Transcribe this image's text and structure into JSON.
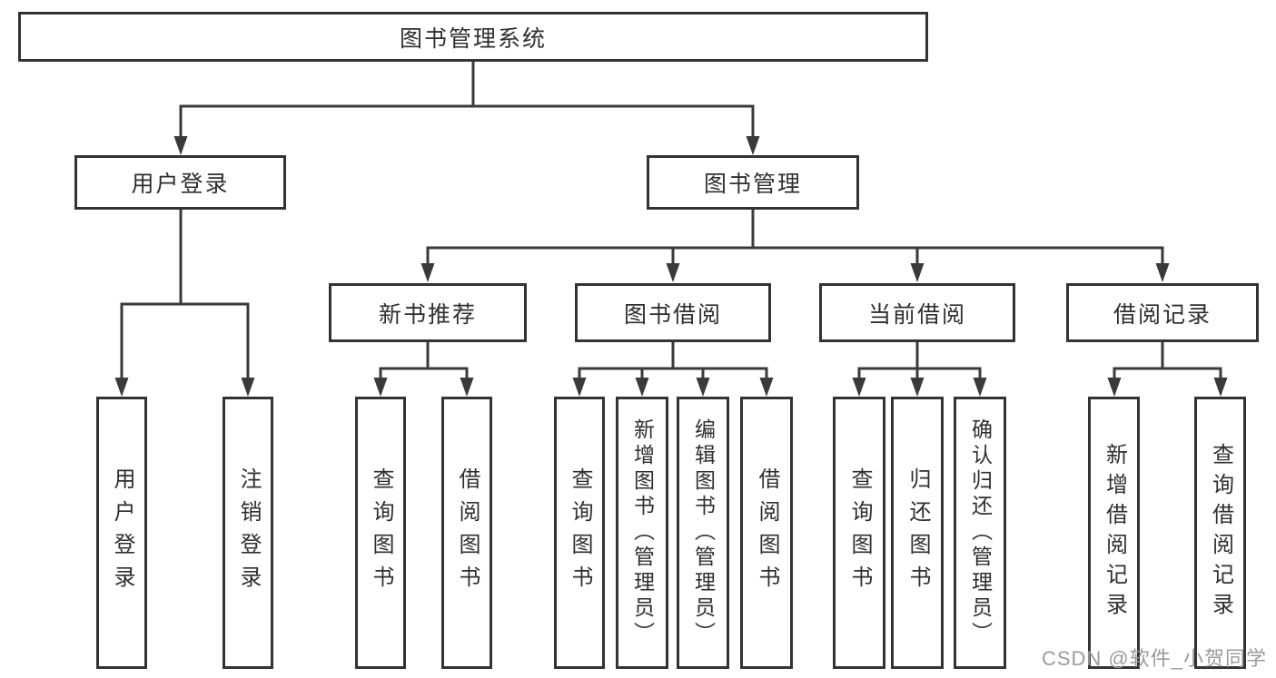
{
  "page": {
    "watermark": "CSDN @软件_小贺同学"
  },
  "colors": {
    "line": "#3a3a3a",
    "border": "#333333",
    "text": "#2f2f2f",
    "watermark": "#9b9b9b",
    "background": "#ffffff"
  },
  "tree": {
    "root": {
      "label": "图书管理系统"
    },
    "children": [
      {
        "label": "用户登录",
        "children": [
          {
            "label": "用户登录"
          },
          {
            "label": "注销登录"
          }
        ]
      },
      {
        "label": "图书管理",
        "children": [
          {
            "label": "新书推荐",
            "children": [
              {
                "label": "查询图书"
              },
              {
                "label": "借阅图书"
              }
            ]
          },
          {
            "label": "图书借阅",
            "children": [
              {
                "label": "查询图书"
              },
              {
                "label": "新增图书（管理员）"
              },
              {
                "label": "编辑图书（管理员）"
              },
              {
                "label": "借阅图书"
              }
            ]
          },
          {
            "label": "当前借阅",
            "children": [
              {
                "label": "查询图书"
              },
              {
                "label": "归还图书"
              },
              {
                "label": "确认归还（管理员）"
              }
            ]
          },
          {
            "label": "借阅记录",
            "children": [
              {
                "label": "新增借阅记录"
              },
              {
                "label": "查询借阅记录"
              }
            ]
          }
        ]
      }
    ]
  }
}
